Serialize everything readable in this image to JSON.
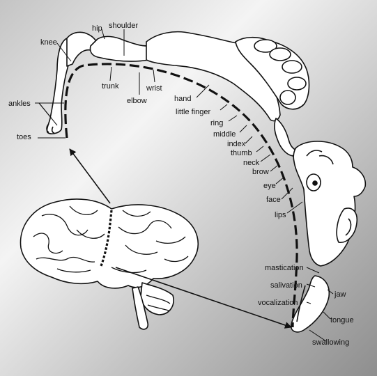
{
  "background": {
    "light": "#f4f4f4",
    "mid": "#c4c4c4",
    "dark": "#8e8e8e"
  },
  "labels": {
    "hip": "hip",
    "shoulder": "shoulder",
    "knee": "knee",
    "trunk": "trunk",
    "wrist": "wrist",
    "elbow": "elbow",
    "ankles": "ankles",
    "toes": "toes",
    "hand": "hand",
    "little_finger": "little finger",
    "ring": "ring",
    "middle": "middle",
    "index": "index",
    "thumb": "thumb",
    "neck": "neck",
    "brow": "brow",
    "eye": "eye",
    "face": "face",
    "lips": "lips",
    "mastication": "mastication",
    "salivation": "salivation",
    "vocalization": "vocalization",
    "jaw": "jaw",
    "tongue": "tongue",
    "swallowing": "swallowing"
  }
}
